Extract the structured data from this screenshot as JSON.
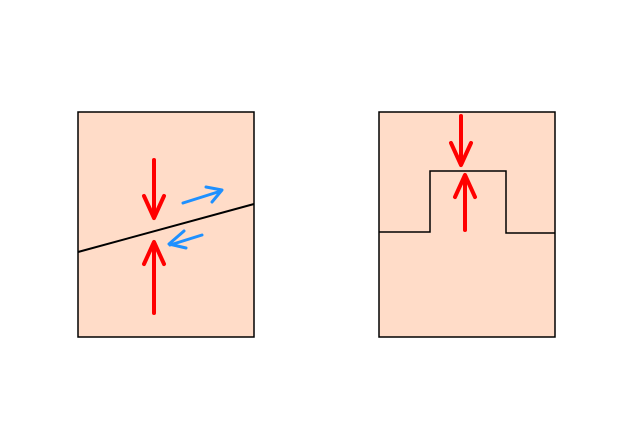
{
  "colors": {
    "background": "#ffffff",
    "panel_fill": "#ffdcc8",
    "outline": "#000000",
    "compression_arrow": "#ff0000",
    "shear_arrow": "#1e90ff"
  },
  "panels": [
    {
      "name": "inclined-contact",
      "interface": "straight-sloped",
      "arrows": [
        {
          "kind": "compression",
          "direction": "down"
        },
        {
          "kind": "compression",
          "direction": "up"
        },
        {
          "kind": "shear",
          "direction": "up-right"
        },
        {
          "kind": "shear",
          "direction": "down-left"
        }
      ]
    },
    {
      "name": "stepped-contact",
      "interface": "rectangular-step",
      "arrows": [
        {
          "kind": "compression",
          "direction": "down"
        },
        {
          "kind": "compression",
          "direction": "up"
        }
      ]
    }
  ]
}
